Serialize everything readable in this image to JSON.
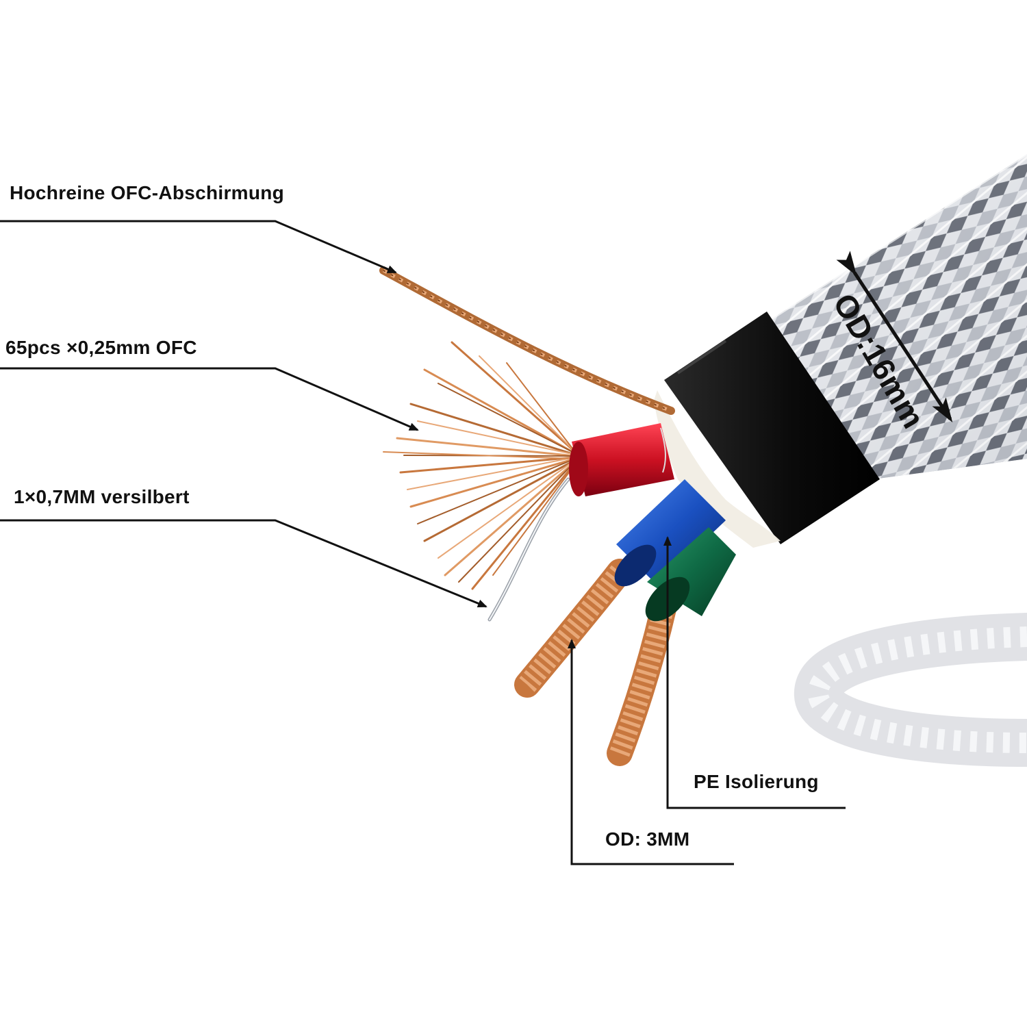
{
  "callouts": {
    "shielding": "Hochreine OFC-Abschirmung",
    "strands": "65pcs ×0,25mm OFC",
    "silver_wire": "1×0,7MM versilbert",
    "insulation": "PE Isolierung",
    "conductor_od": "OD: 3MM",
    "cable_od": "OD:16mm"
  },
  "colors": {
    "copper": "#c8773e",
    "copper_light": "#e8a878",
    "core_red": "#cc1122",
    "core_blue": "#1a50c0",
    "core_green": "#0f6a45",
    "inner_jacket": "#111111",
    "braid_silver": "#d9dbe0",
    "braid_dark": "#4a4f58",
    "leader_line": "#111111"
  }
}
